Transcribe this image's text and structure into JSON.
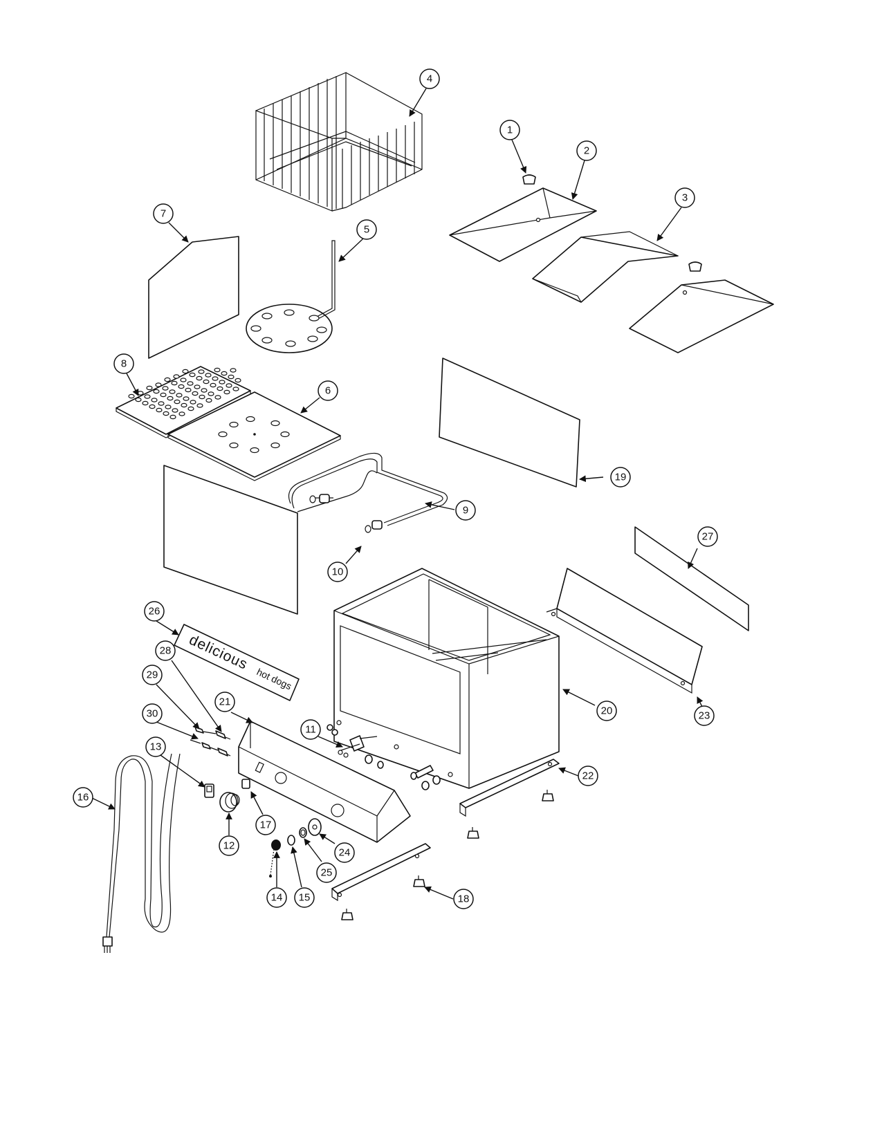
{
  "diagram": {
    "callouts": [
      "1",
      "2",
      "3",
      "4",
      "5",
      "6",
      "7",
      "8",
      "9",
      "10",
      "11",
      "12",
      "13",
      "14",
      "15",
      "16",
      "17",
      "18",
      "19",
      "20",
      "21",
      "22",
      "23",
      "24",
      "25",
      "26",
      "27",
      "28",
      "29",
      "30"
    ],
    "sign_text": {
      "line1": "delicious",
      "line2": "hot dogs"
    }
  }
}
